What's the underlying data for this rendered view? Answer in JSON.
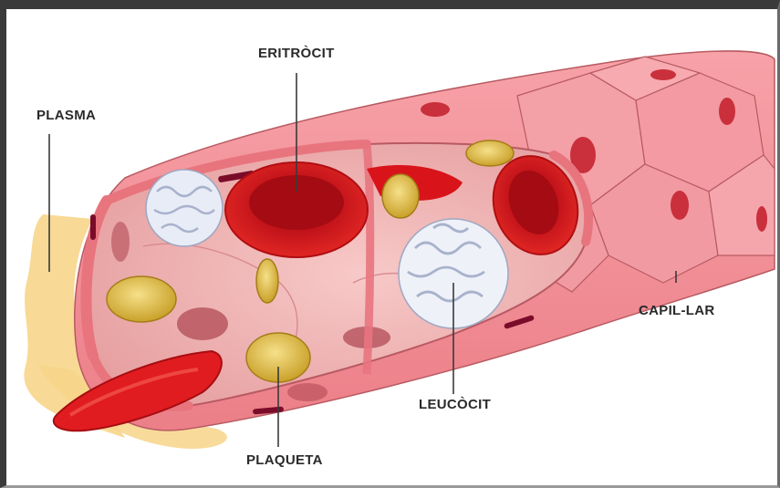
{
  "labels": {
    "eritrocit": "ERITRÒCIT",
    "plasma": "PLASMA",
    "capillar": "CAPIL-LAR",
    "leucocit": "LEUCÒCIT",
    "plaqueta": "PLAQUETA"
  },
  "colors": {
    "vessel_wall": "#f08a92",
    "vessel_interior": "#f3b7b6",
    "red_cell": "#d8141a",
    "platelet": "#e8c64a",
    "leukocyte": "#eef1f8",
    "plasma": "#f7d58a"
  }
}
